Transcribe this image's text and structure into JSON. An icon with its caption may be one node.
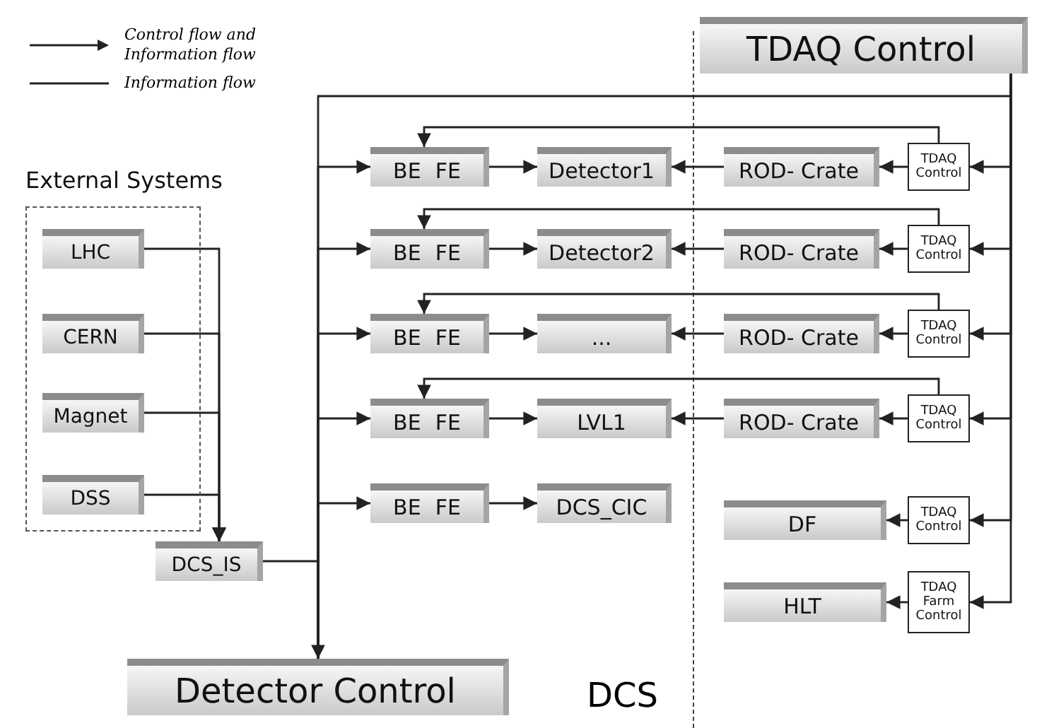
{
  "diagram": {
    "nodes": [
      {
        "text": [
          "TDAQ Control"
        ]
      },
      {
        "text": [
          "External Systems"
        ]
      },
      {
        "text": [
          "LHC"
        ],
        "in": 1
      },
      {
        "text": [
          "CERN"
        ],
        "in": 1
      },
      {
        "text": [
          "Magnet"
        ],
        "in": 1
      },
      {
        "text": [
          "DSS"
        ],
        "in": 1
      },
      {
        "text": [
          "DCS_IS"
        ]
      },
      {
        "text": [
          "Detector Control"
        ]
      },
      {
        "text": [
          "BE",
          "FE"
        ]
      },
      {
        "text": [
          "BE",
          "FE"
        ]
      },
      {
        "text": [
          "BE",
          "FE"
        ]
      },
      {
        "text": [
          "BE",
          "FE"
        ]
      },
      {
        "text": [
          "BE",
          "FE"
        ]
      },
      {
        "text": [
          "Detector1"
        ]
      },
      {
        "text": [
          "Detector2"
        ]
      },
      {
        "text": [
          "..."
        ]
      },
      {
        "text": [
          "LVL1"
        ]
      },
      {
        "text": [
          "DCS_CIC"
        ]
      },
      {
        "text": [
          "ROD- Crate"
        ]
      },
      {
        "text": [
          "ROD- Crate"
        ]
      },
      {
        "text": [
          "ROD- Crate"
        ]
      },
      {
        "text": [
          "ROD- Crate"
        ]
      },
      {
        "text": [
          "TDAQ Control"
        ]
      },
      {
        "text": [
          "TDAQ Control"
        ]
      },
      {
        "text": [
          "TDAQ Control"
        ]
      },
      {
        "text": [
          "TDAQ Control"
        ]
      },
      {
        "text": [
          "TDAQ Control"
        ]
      },
      {
        "text": [
          "TDAQ Farm Control"
        ]
      },
      {
        "text": [
          "DF"
        ]
      },
      {
        "text": [
          "HLT"
        ]
      }
    ],
    "edges": [
      {
        "from": 2,
        "to": 6,
        "arrow": "to"
      },
      {
        "from": 3,
        "to": 6,
        "arrow": "to"
      },
      {
        "from": 4,
        "to": 6,
        "arrow": "to"
      },
      {
        "from": 5,
        "to": 6,
        "arrow": "to"
      },
      {
        "from": 6,
        "to": 7,
        "arrow": "to"
      },
      {
        "from": 7,
        "to": 8,
        "arrow": "to"
      },
      {
        "from": 7,
        "to": 9,
        "arrow": "to"
      },
      {
        "from": 7,
        "to": 10,
        "arrow": "to"
      },
      {
        "from": 7,
        "to": 11,
        "arrow": "to"
      },
      {
        "from": 7,
        "to": 12,
        "arrow": "to"
      },
      {
        "from": 8,
        "to": 13,
        "arrow": "to"
      },
      {
        "from": 9,
        "to": 14,
        "arrow": "to"
      },
      {
        "from": 10,
        "to": 15,
        "arrow": "to"
      },
      {
        "from": 11,
        "to": 16,
        "arrow": "to"
      },
      {
        "from": 12,
        "to": 17,
        "arrow": "to"
      },
      {
        "from": 0,
        "to": 7,
        "arrow": "none"
      },
      {
        "from": 0,
        "to": 22,
        "arrow": "to"
      },
      {
        "from": 0,
        "to": 23,
        "arrow": "to"
      },
      {
        "from": 0,
        "to": 24,
        "arrow": "to"
      },
      {
        "from": 0,
        "to": 25,
        "arrow": "to"
      },
      {
        "from": 0,
        "to": 26,
        "arrow": "to"
      },
      {
        "from": 0,
        "to": 27,
        "arrow": "to"
      },
      {
        "from": 22,
        "to": 18,
        "arrow": "to"
      },
      {
        "from": 23,
        "to": 19,
        "arrow": "to"
      },
      {
        "from": 24,
        "to": 20,
        "arrow": "to"
      },
      {
        "from": 25,
        "to": 21,
        "arrow": "to"
      },
      {
        "from": 18,
        "to": 13,
        "arrow": "to"
      },
      {
        "from": 19,
        "to": 14,
        "arrow": "to"
      },
      {
        "from": 20,
        "to": 15,
        "arrow": "to"
      },
      {
        "from": 21,
        "to": 16,
        "arrow": "to"
      },
      {
        "from": 22,
        "to": 8,
        "arrow": "to"
      },
      {
        "from": 23,
        "to": 9,
        "arrow": "to"
      },
      {
        "from": 24,
        "to": 10,
        "arrow": "to"
      },
      {
        "from": 25,
        "to": 11,
        "arrow": "to"
      },
      {
        "from": 26,
        "to": 28,
        "arrow": "to"
      },
      {
        "from": 27,
        "to": 29,
        "arrow": "to"
      }
    ],
    "labels": [
      "DCS"
    ],
    "legend": [
      {
        "text": "Control flow and Information flow"
      },
      {
        "text": "Information flow"
      }
    ]
  }
}
